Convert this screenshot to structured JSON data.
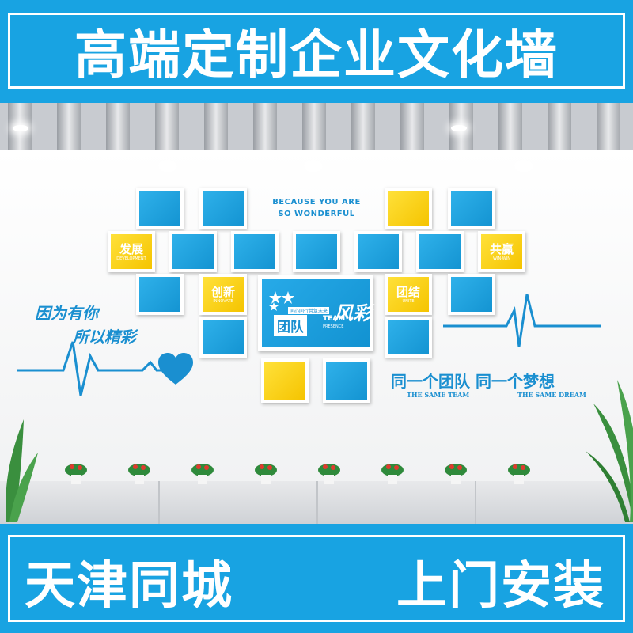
{
  "banner_top": {
    "title": "高端定制企业文化墙"
  },
  "banner_bottom": {
    "left": "天津同城",
    "right": "上门安装"
  },
  "wall": {
    "tagline_line1": "BECAUSE YOU ARE",
    "tagline_line2": "SO WONDERFUL",
    "slogan_left_line1": "因为有你",
    "slogan_left_line2": "所以精彩",
    "slogan_right": "同一个团队  同一个梦想",
    "slogan_right_en1": "THE SAME TEAM",
    "slogan_right_en2": "THE SAME DREAM",
    "center": {
      "small": "同心同行共筑未来",
      "main": "团队",
      "en1": "TEAM",
      "en2": "PRESENCE",
      "script": "风彩"
    },
    "panels": {
      "fazhan": {
        "label": "发展",
        "sub": "DEVELOPMENT"
      },
      "gongying": {
        "label": "共赢",
        "sub": "WIN-WIN"
      },
      "chuangxin": {
        "label": "创新",
        "sub": "INNOVATE"
      },
      "tuanjie": {
        "label": "团结",
        "sub": "UNITE"
      }
    }
  },
  "colors": {
    "brand_blue": "#18a3e2",
    "frame_blue": "#1e9fe0",
    "frame_yellow": "#ffd800",
    "text_blue": "#1a8fd0"
  }
}
